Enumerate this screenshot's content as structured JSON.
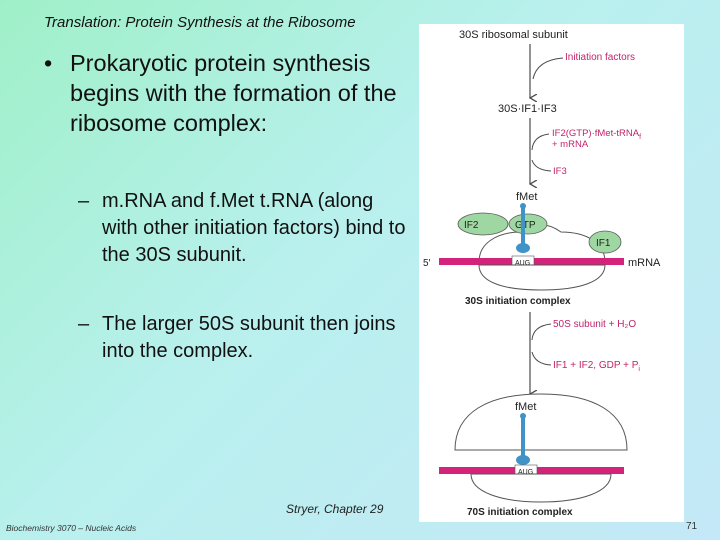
{
  "slide": {
    "title": "Translation: Protein Synthesis at the Ribosome",
    "bullet": "Prokaryotic protein synthesis begins with the formation of the ribosome complex:",
    "subbullets": [
      "m.RNA and f.Met t.RNA (along with other initiation factors) bind to the 30S subunit.",
      "The larger 50S subunit then joins into the complex."
    ],
    "source": "Stryer, Chapter 29",
    "footer": "Biochemistry 3070 – Nucleic Acids",
    "page_number": "71"
  },
  "figure": {
    "labels": {
      "top": "30S ribosomal subunit",
      "initiation_factors": "Initiation factors",
      "intermediate": "30S·IF1·IF3",
      "step2_line1": "IF2(GTP)·fMet-tRNA",
      "step2_line1_sub": "f",
      "step2_line2": "+ mRNA",
      "if3": "IF3",
      "fmet1": "fMet",
      "if2": "IF2",
      "gtp": "GTP",
      "if1": "IF1",
      "five_prime": "5′",
      "aug1": "AUG",
      "mrna": "mRNA",
      "complex30s": "30S initiation complex",
      "step3": "50S subunit + H₂O",
      "step4": "IF1 + IF2, GDP + P",
      "step4_sub": "i",
      "fmet2": "fMet",
      "aug2": "AUG",
      "complex70s": "70S initiation complex"
    },
    "colors": {
      "text_dark": "#222222",
      "text_accent": "#c0246a",
      "arrow": "#4a4a4a",
      "mrna": "#d4237a",
      "trna": "#3f93c7",
      "factor": "#9ed7a2",
      "ribosome": "#ffffff"
    }
  }
}
